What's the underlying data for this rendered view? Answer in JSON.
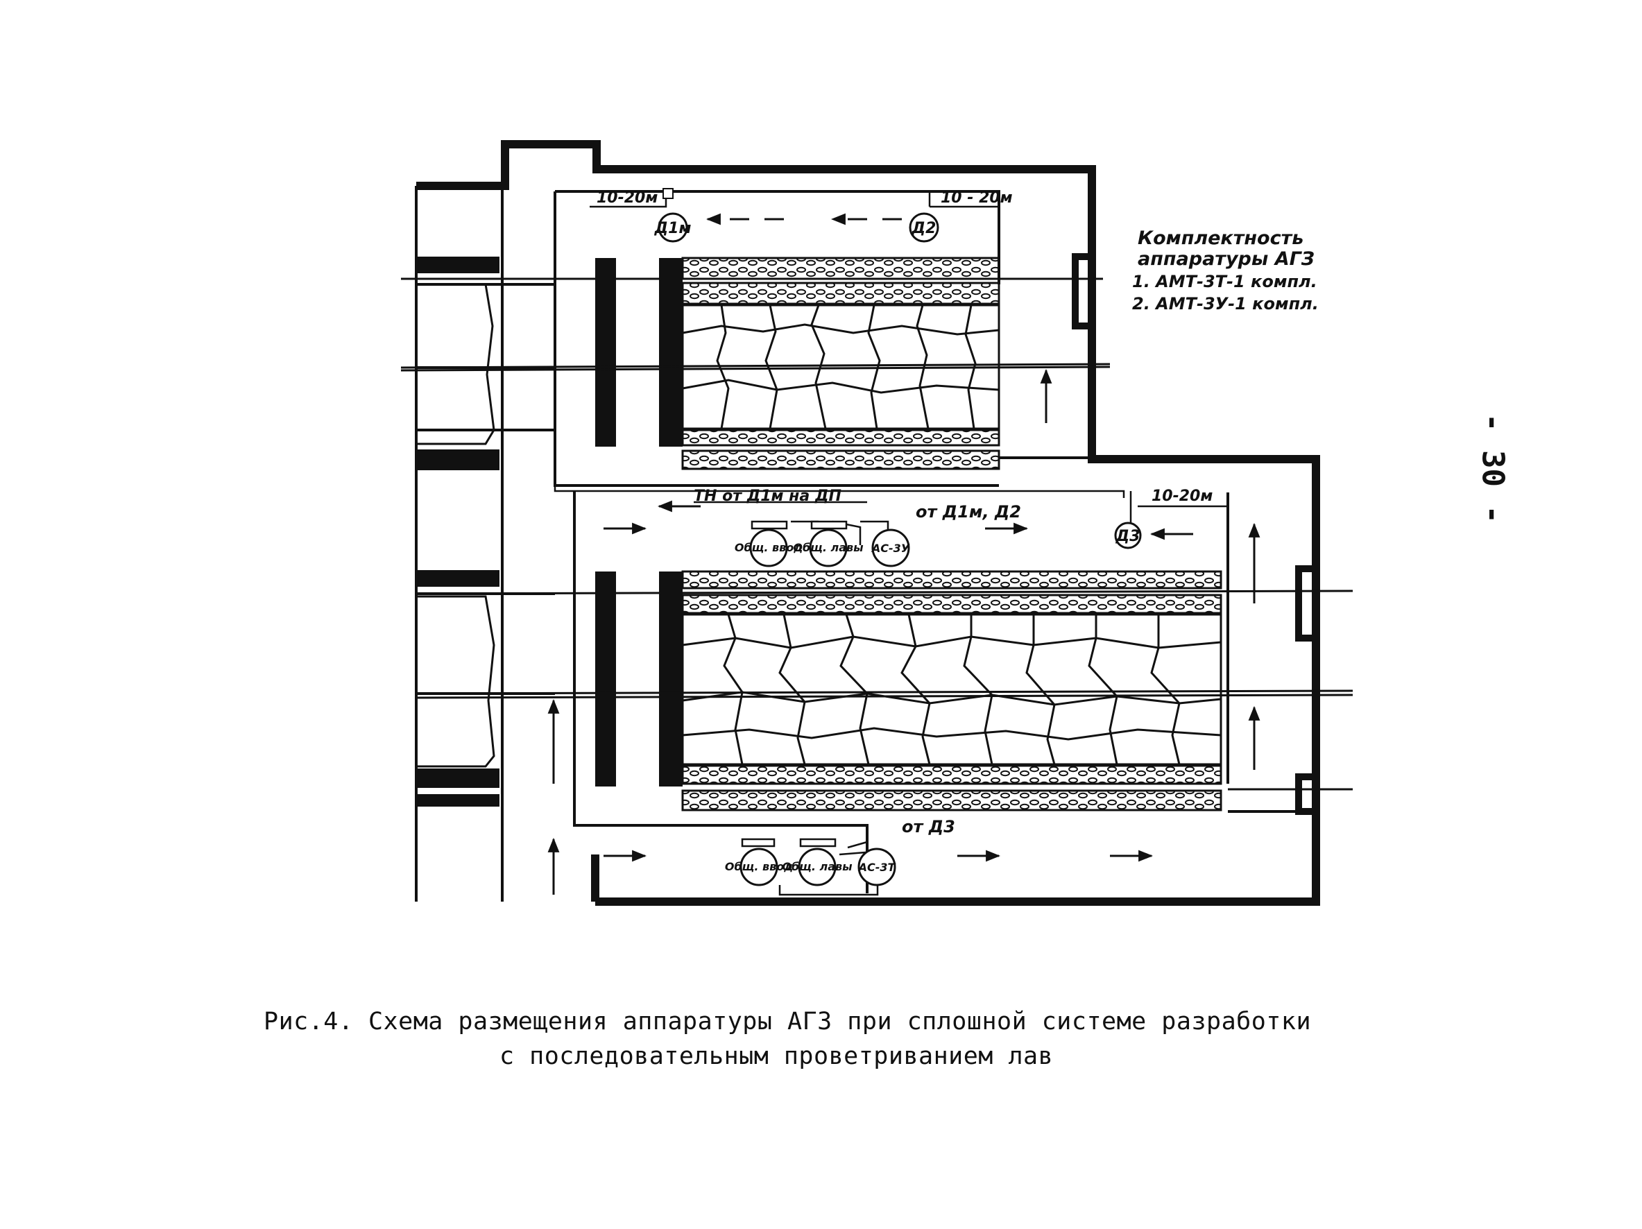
{
  "page_number": "- 30 -",
  "caption": {
    "line1": "Рис.4. Схема размещения аппаратуры АГЗ при сплошной системе разработки",
    "line2": "с последовательным проветриванием лав"
  },
  "legend": {
    "title_line1": "Комплектность",
    "title_line2": "аппаратуры АГЗ",
    "item1": "1. АМТ-3Т-1 компл.",
    "item2": "2. АМТ-3У-1 компл."
  },
  "labels": {
    "dist_top_left": "10-20м",
    "dist_top_right": "10 - 20м",
    "dist_middle": "10-20м",
    "sensor_d1m": "Д1м",
    "sensor_d2": "Д2",
    "sensor_d3": "Д3",
    "th_line": "ТН от Д1м на ДП",
    "from_d1m_d2": "от Д1м, Д2",
    "from_d3": "от Д3",
    "as_upper": "АС-3У",
    "as_lower": "АС-3Т",
    "obsch_vvod": "Общ. ввод",
    "obsch_lavy": "Общ. лавы"
  }
}
